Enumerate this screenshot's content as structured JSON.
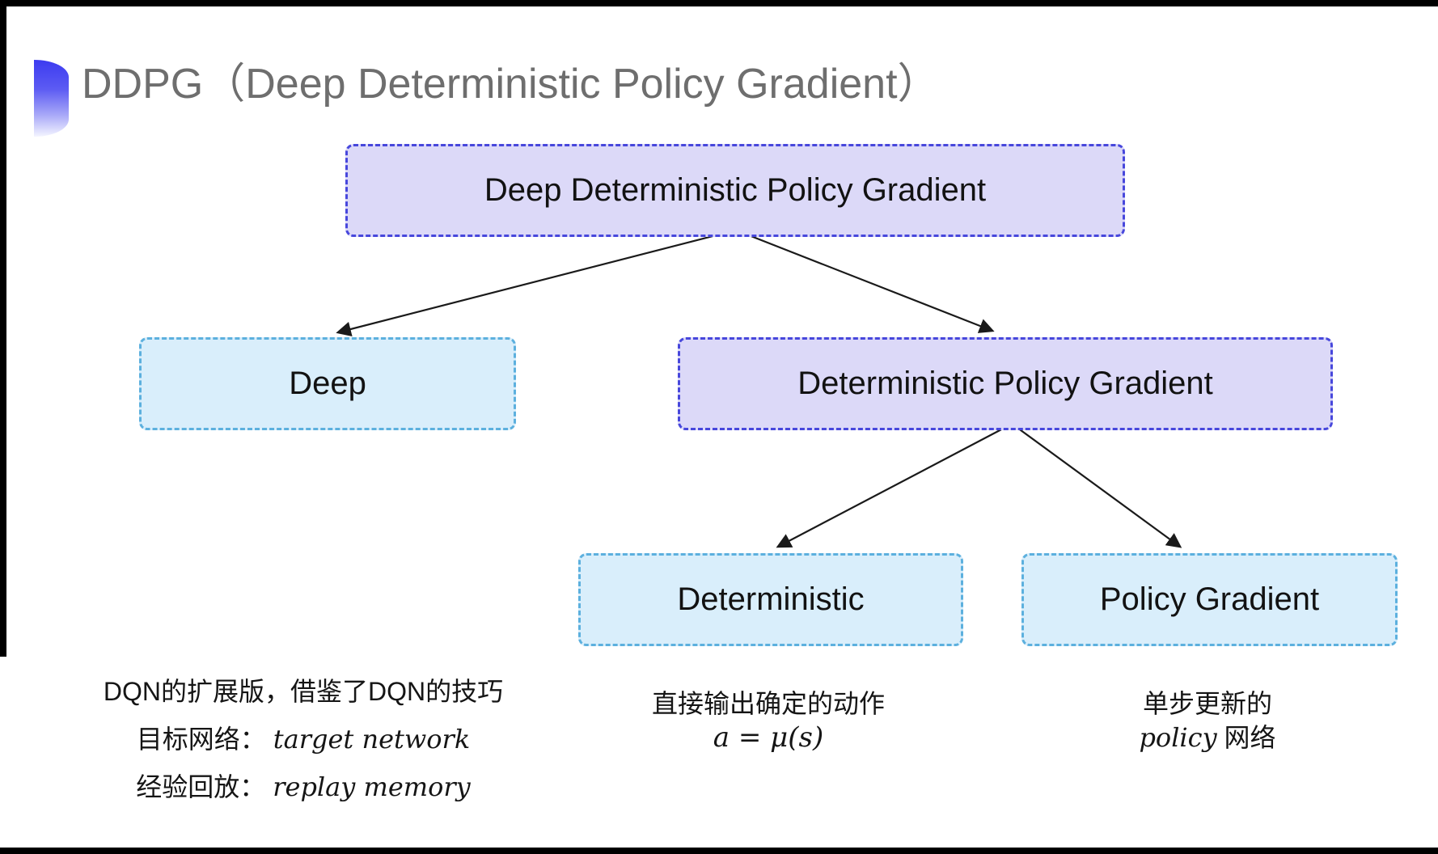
{
  "header": {
    "title": "DDPG（Deep Deterministic Policy Gradient）",
    "title_color": "#6e6e6e"
  },
  "diagram": {
    "nodes": {
      "root": {
        "label": "Deep Deterministic Policy Gradient",
        "variant": "purple"
      },
      "deep": {
        "label": "Deep",
        "variant": "cyan"
      },
      "dpg": {
        "label": "Deterministic Policy Gradient",
        "variant": "purple"
      },
      "deterministic": {
        "label": "Deterministic",
        "variant": "cyan"
      },
      "policy_gradient": {
        "label": "Policy Gradient",
        "variant": "cyan"
      }
    },
    "colors": {
      "purple_fill": "#dcd9f8",
      "purple_border": "#4747dc",
      "cyan_fill": "#d9eefb",
      "cyan_border": "#5cb0de",
      "arrow": "#1a1a1a"
    }
  },
  "notes": {
    "left": {
      "line1": "DQN的扩展版，借鉴了DQN的技巧",
      "line2_label": "目标网络：",
      "line2_term": "target network",
      "line3_label": "经验回放：",
      "line3_term": "replay memory"
    },
    "middle": {
      "line1": "直接输出确定的动作",
      "formula": "a = μ(s)"
    },
    "right": {
      "line1": "单步更新的",
      "line2_term": "policy",
      "line2_label": "网络"
    }
  }
}
